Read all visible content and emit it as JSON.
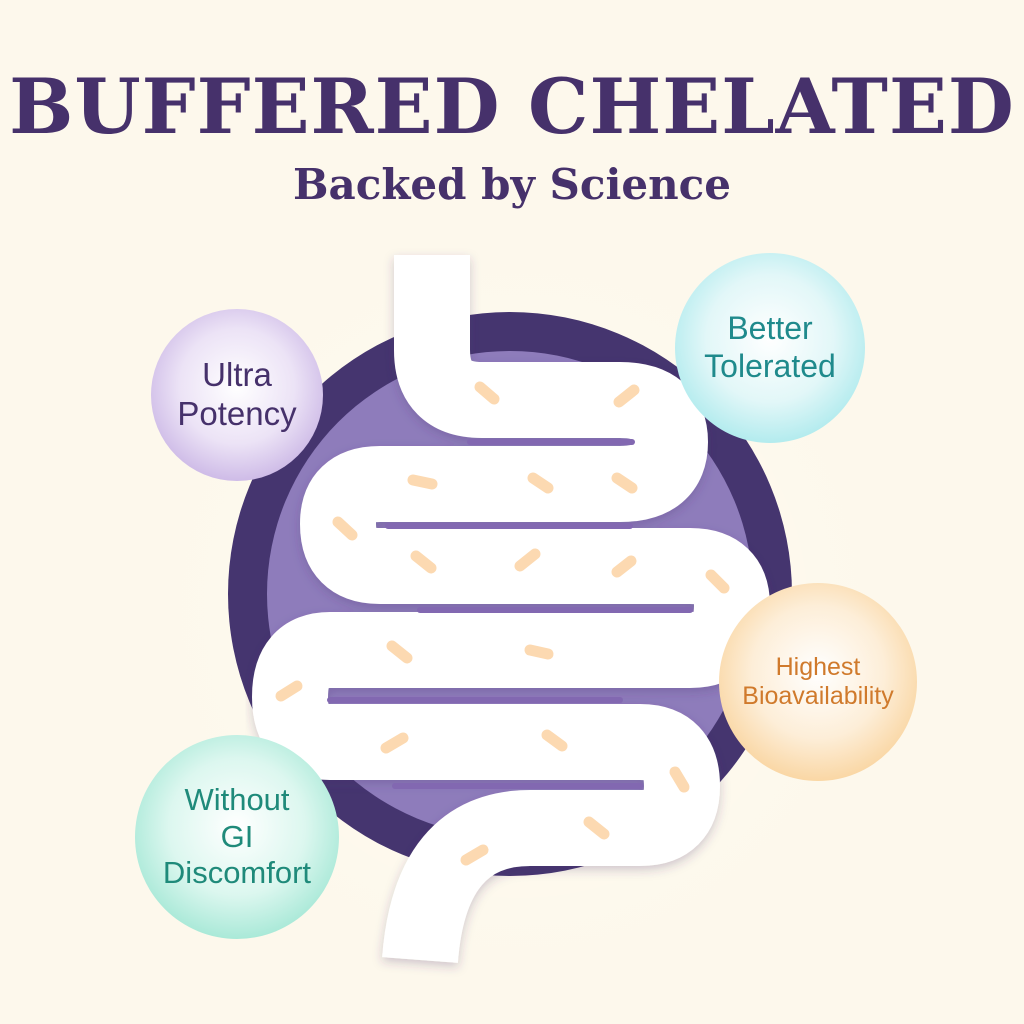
{
  "header": {
    "title": "BUFFERED CHELATED",
    "subtitle": "Backed by Science"
  },
  "badges": {
    "ultra_potency": {
      "line1": "Ultra",
      "line2": "Potency"
    },
    "better_tolerated": {
      "line1": "Better",
      "line2": "Tolerated"
    },
    "highest_bioavailability": {
      "line1": "Highest",
      "line2": "Bioavailability"
    },
    "without_gi_discomfort": {
      "line1": "Without",
      "line2": "GI",
      "line3": "Discomfort"
    }
  },
  "colors": {
    "background": "#fdf8ec",
    "title": "#46316b",
    "ring_dark": "#45356f",
    "ring_light": "#8e7cbb",
    "intestine": "#ffffff",
    "particles": "#fcd9b1",
    "purple_badge": "#c8b3e4",
    "teal_badge": "#a9e9ec",
    "orange_badge": "#f9d29a",
    "mint_badge": "#9fe6d3"
  },
  "illustration": {
    "icon": "intestine-icon"
  }
}
